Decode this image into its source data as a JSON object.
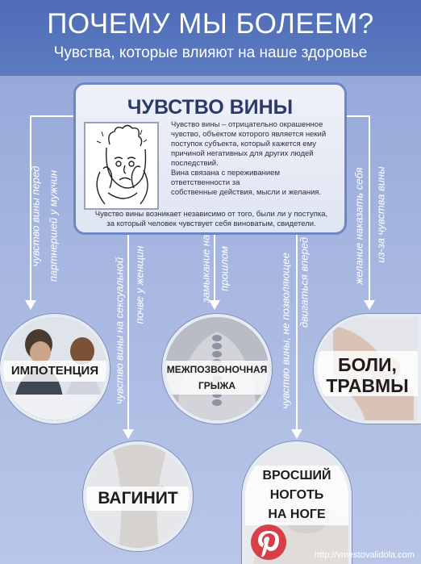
{
  "header": {
    "title": "ПОЧЕМУ МЫ БОЛЕЕМ?",
    "subtitle": "Чувства, которые влияют на наше здоровье"
  },
  "card": {
    "title": "ЧУВСТВО ВИНЫ",
    "text_lines": [
      "Чувство вины – отрицательно окрашенное",
      "чувство, объектом которого является некий",
      "поступок субъекта, который кажется ему",
      "причиной негативных для других людей",
      "последствий.",
      "Вина связана с переживанием",
      "ответственности за",
      "собственные действия, мысли и желания."
    ],
    "footer_lines": [
      "Чувство вины возникает независимо от того, были ли у поступка,",
      "за который человек чувствует себя виноватым, свидетели."
    ]
  },
  "connector_labels": {
    "impotence_outer": "чувство вины перед",
    "impotence_inner": "партнершей у мужчин",
    "vaginitis_outer": "чувство вины на сексуальной",
    "vaginitis_inner": "почве у женщин",
    "hernia_outer": "замыкание на",
    "hernia_inner": "прошлом",
    "nail_outer": "чувство вины, не позволяющее",
    "nail_inner": "двигаться вперед",
    "pain_outer": "желание наказать себя",
    "pain_inner": "из-за чувства вины"
  },
  "circles": {
    "impotence": "ИМПОТЕНЦИЯ",
    "hernia_line1": "МЕЖПОЗВОНОЧНАЯ",
    "hernia_line2": "ГРЫЖА",
    "pain_line1": "БОЛИ,",
    "pain_line2": "ТРАВМЫ",
    "vaginitis": "ВАГИНИТ",
    "nail_line1": "ВРОСШИЙ",
    "nail_line2": "НОГОТЬ",
    "nail_line3": "НА НОГЕ"
  },
  "watermark": "http://vmestovalidola.com",
  "colors": {
    "header": "#4f6db7",
    "background": "#a6b6e0",
    "card_border": "#6f86c4",
    "connector": "#ffffff",
    "pin_logo": "#d4232b"
  },
  "icons": [
    "pinterest-logo",
    "arrow-down-icon"
  ]
}
